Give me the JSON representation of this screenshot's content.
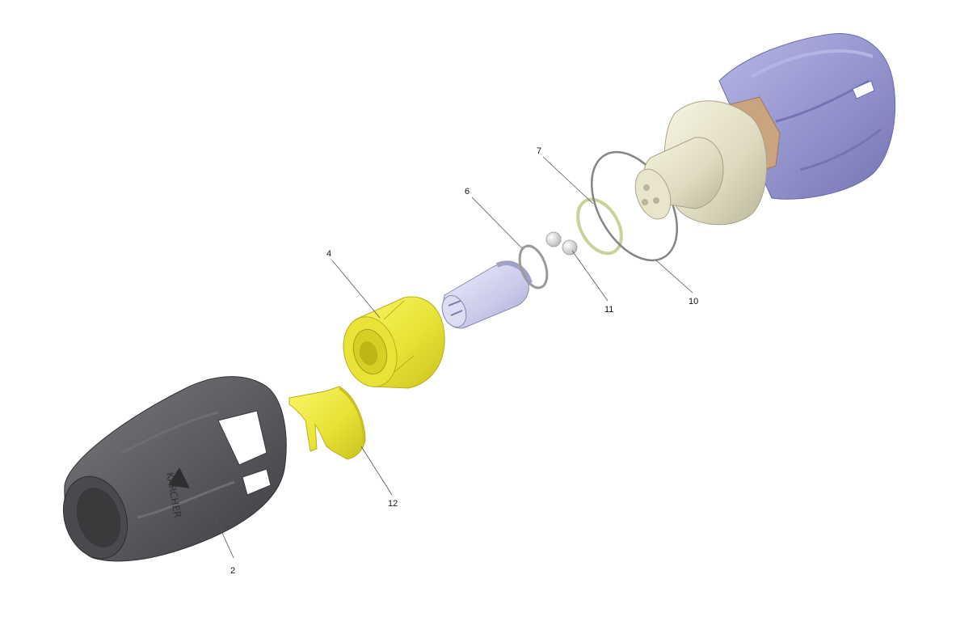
{
  "callouts": [
    {
      "number": "2"
    },
    {
      "number": "4"
    },
    {
      "number": "6"
    },
    {
      "number": "7"
    },
    {
      "number": "10"
    },
    {
      "number": "11"
    },
    {
      "number": "12"
    }
  ],
  "parts": {
    "nozzle_cap": {
      "color": "#5a5a5e",
      "logo": "KÄRCHER"
    },
    "clip": {
      "color": "#f0e63c"
    },
    "nut": {
      "color": "#eaea3a"
    },
    "nozzle_insert": {
      "color": "#d0d0ee"
    },
    "o_ring_small": {
      "color": "#999999"
    },
    "balls": {
      "color": "#dedede"
    },
    "o_ring_green": {
      "color": "#c8d39a"
    },
    "o_ring_large": {
      "color": "#8a8a8a"
    },
    "base_body": {
      "color": "#e6e3c8"
    },
    "rotor_housing": {
      "color": "#9b9bd2"
    },
    "brass_nut": {
      "color": "#c9a47e"
    }
  }
}
